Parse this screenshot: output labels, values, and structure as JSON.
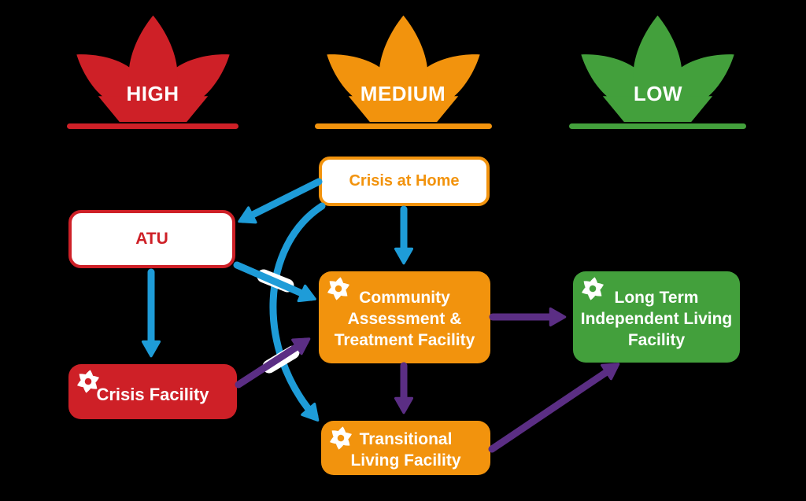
{
  "palette": {
    "red": "#CE2027",
    "orange": "#F2930D",
    "green": "#43A03C",
    "blue": "#1E9CD8",
    "purple": "#5B2E84",
    "white": "#FFFFFF",
    "bg": "#000000"
  },
  "levels": {
    "high": {
      "label": "HIGH",
      "color": "#CE2027",
      "shape": "lotus-flower"
    },
    "medium": {
      "label": "MEDIUM",
      "color": "#F2930D",
      "shape": "lotus-flower"
    },
    "low": {
      "label": "LOW",
      "color": "#43A03C",
      "shape": "lotus-flower"
    }
  },
  "nodes": {
    "crisis_at_home": {
      "label": "Crisis at Home",
      "style": "white-outlined",
      "color": "#F2930D",
      "level": "medium"
    },
    "atu": {
      "label": "ATU",
      "style": "white-outlined",
      "color": "#CE2027",
      "level": "high"
    },
    "catf": {
      "line1": "Community",
      "line2": "Assessment &",
      "line3": "Treatment Facility",
      "style": "filled",
      "color": "#F2930D",
      "icon": "flower",
      "level": "medium"
    },
    "crisis_facility": {
      "label": "Crisis Facility",
      "style": "filled",
      "color": "#CE2027",
      "icon": "flower",
      "level": "high"
    },
    "transitional": {
      "line1": "Transitional",
      "line2": "Living Facility",
      "style": "filled",
      "color": "#F2930D",
      "icon": "flower",
      "level": "medium"
    },
    "long_term": {
      "line1": "Long Term",
      "line2": "Independent Living",
      "line3": "Facility",
      "style": "filled",
      "color": "#43A03C",
      "icon": "flower",
      "level": "low"
    }
  },
  "edges": [
    {
      "from": "crisis_at_home",
      "to": "atu",
      "color": "blue",
      "shape": "straight"
    },
    {
      "from": "crisis_at_home",
      "to": "catf",
      "color": "blue",
      "shape": "straight-down"
    },
    {
      "from": "crisis_at_home",
      "to": "transitional",
      "color": "blue",
      "shape": "curved-arc"
    },
    {
      "from": "atu",
      "to": "crisis_facility",
      "color": "blue",
      "shape": "straight-down"
    },
    {
      "from": "atu",
      "to": "catf",
      "color": "blue",
      "shape": "straight",
      "crossing_gap": true
    },
    {
      "from": "crisis_facility",
      "to": "catf",
      "color": "purple",
      "shape": "straight",
      "crossing_gap": true
    },
    {
      "from": "catf",
      "to": "long_term",
      "color": "purple",
      "shape": "straight"
    },
    {
      "from": "catf",
      "to": "transitional",
      "color": "purple",
      "shape": "straight-down"
    },
    {
      "from": "transitional",
      "to": "long_term",
      "color": "purple",
      "shape": "straight"
    }
  ]
}
